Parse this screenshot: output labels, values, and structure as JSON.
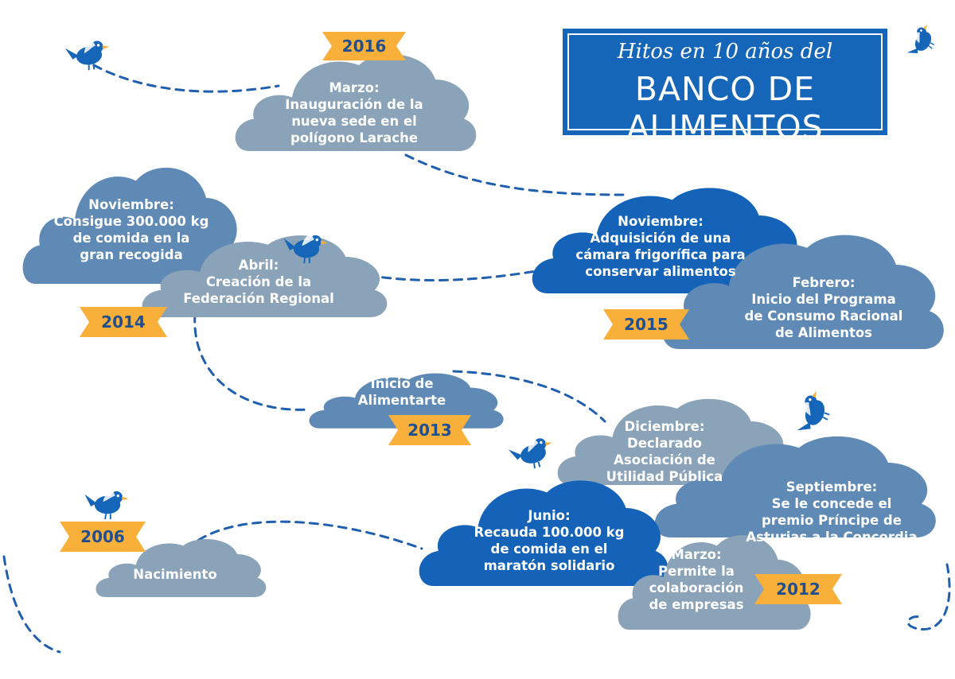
{
  "title": {
    "line1": "Hitos en 10 años del",
    "line2": "BANCO DE ALIMENTOS"
  },
  "years": {
    "y2006": "2006",
    "y2012": "2012",
    "y2013": "2013",
    "y2014": "2014",
    "y2015": "2015",
    "y2016": "2016"
  },
  "milestones": {
    "m2006_nacimiento": [
      "Nacimiento"
    ],
    "m2012_diciembre": [
      "Diciembre:",
      "Declarado",
      "Asociación de",
      "Utilidad Pública"
    ],
    "m2012_septiembre": [
      "Septiembre:",
      "Se le concede el",
      "premio Príncipe de",
      "Asturias a la Concordia"
    ],
    "m2012_junio": [
      "Junio:",
      "Recauda 100.000 kg",
      "de comida en el",
      "maratón solidario"
    ],
    "m2012_marzo": [
      "Marzo:",
      "Permite la",
      "colaboración",
      "de empresas"
    ],
    "m2013_inicio": [
      "Inicio de",
      "Alimentarte"
    ],
    "m2014_noviembre": [
      "Noviembre:",
      "Consigue 300.000 kg",
      "de comida en la",
      "gran recogida"
    ],
    "m2014_abril": [
      "Abril:",
      "Creación de la",
      "Federación Regional"
    ],
    "m2015_noviembre": [
      "Noviembre:",
      "Adquisición de una",
      "cámara frigorífica para",
      "conservar alimentos"
    ],
    "m2015_febrero": [
      "Febrero:",
      "Inicio del Programa",
      "de Consumo Racional",
      "de Alimentos"
    ],
    "m2016_marzo": [
      "Marzo:",
      "Inauguración de la",
      "nueva sede en el",
      "polígono Larache"
    ]
  },
  "colors": {
    "cloud_grey": "#8aa3b8",
    "cloud_mid": "#5f8ab5",
    "cloud_dark": "#1463b8",
    "banner": "#f8b03a",
    "banner_text": "#1f4f8f",
    "dashes": "#1f5fae",
    "title_bg": "#1565b9",
    "bird": "#1565b9"
  },
  "icons": [
    "bird-icon"
  ]
}
